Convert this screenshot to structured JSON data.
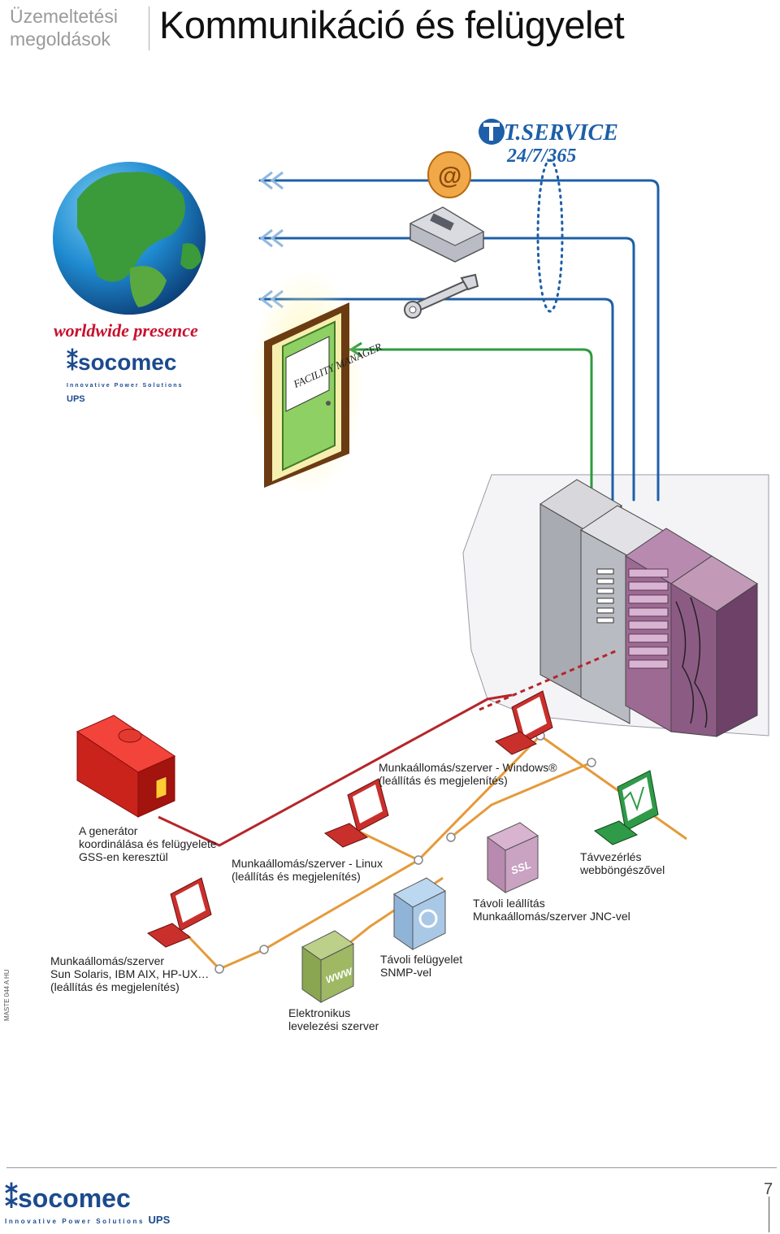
{
  "header": {
    "section": "Üzemeltetési megoldások",
    "title": "Kommunikáció és felügyelet"
  },
  "tservice": {
    "brand": "T.SERVICE",
    "hours": "24/7/365"
  },
  "worldwide": "worldwide presence",
  "brand": {
    "name": "socomec",
    "tagline": "Innovative Power Solutions",
    "sub": "UPS"
  },
  "door_sign": "FACILITY MANAGER",
  "labels": {
    "windows": "Munkaállomás/szerver - Windows®\n(leállítás és megjelenítés)",
    "generator": "A generátor\nkoordinálása és felügyelete\nGSS-en keresztül",
    "linux": "Munkaállomás/szerver - Linux\n(leállítás és megjelenítés)",
    "remote_web": "Távvezérlés\nwebböngészővel",
    "jnc": "Távoli leállítás\nMunkaállomás/szerver JNC-vel",
    "unix": "Munkaállomás/szerver\nSun Solaris, IBM AIX, HP-UX…\n(leállítás és megjelenítés)",
    "snmp": "Távoli felügyelet\nSNMP-vel",
    "mail": "Elektronikus\nlevelezési szerver"
  },
  "icons": {
    "ssl": "SSL",
    "www": "WWW"
  },
  "footer": {
    "doc_code": "MASTE 044 A HU",
    "page": "7"
  },
  "colors": {
    "blue_line": "#1d5fa8",
    "green_line": "#2e9a3e",
    "red_line": "#b5262a",
    "orange_line": "#e59a3a",
    "brand_blue": "#1c4a8e",
    "accent_red": "#c8102e"
  }
}
